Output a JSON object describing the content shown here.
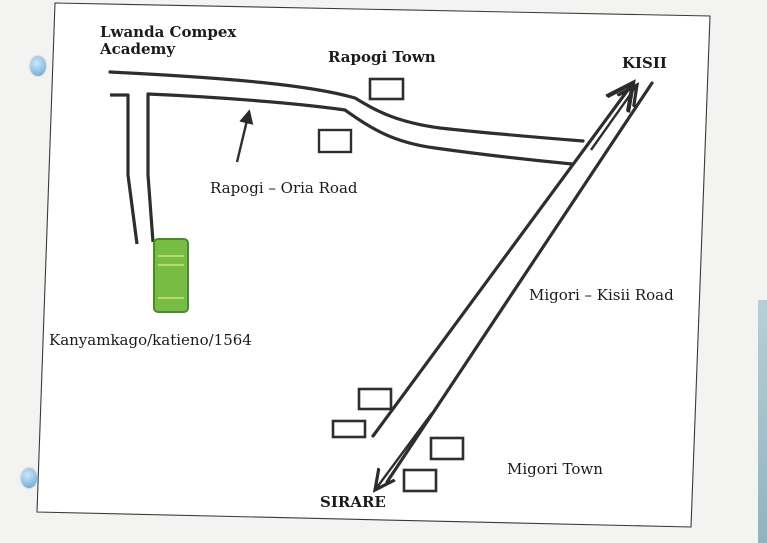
{
  "labels": {
    "school": "Lwanda Compex\nAcademy",
    "rapogi_town": "Rapogi Town",
    "kisii": "KISII",
    "rapogi_oria_road": "Rapogi – Oria Road",
    "migori_kisii_road": "Migori – Kisii Road",
    "plot": "Kanyamkago/katieno/1564",
    "migori_town": "Migori Town",
    "sirare": "SIRARE"
  },
  "colors": {
    "ink": "#2b2b2b",
    "plot_fill": "#77bd45",
    "plot_stripe": "#b9dc63",
    "plot_border": "#4d8a2c",
    "paper": "#ffffff",
    "punch_hole": "#7fb6e0"
  },
  "icons": {
    "arrow": "north-arrow-icon",
    "punch": "punch-hole-icon"
  }
}
